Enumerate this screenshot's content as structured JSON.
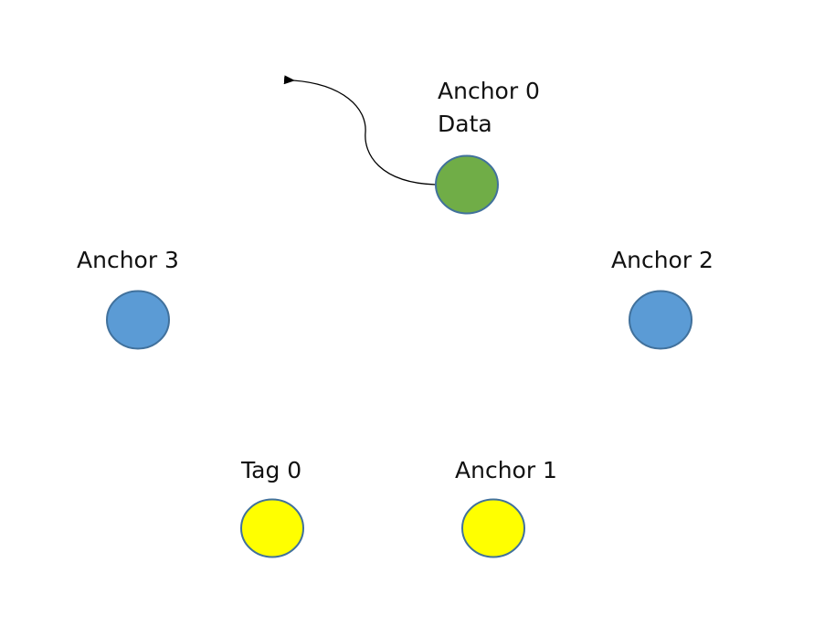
{
  "nodes": {
    "anchor0": {
      "label": "Anchor 0",
      "sublabel": "Data",
      "fill": "#70AD47",
      "stroke": "#41719C"
    },
    "anchor1": {
      "label": "Anchor 1",
      "fill": "#FFFF00",
      "stroke": "#41719C"
    },
    "anchor2": {
      "label": "Anchor 2",
      "fill": "#5B9BD5",
      "stroke": "#41719C"
    },
    "anchor3": {
      "label": "Anchor 3",
      "fill": "#5B9BD5",
      "stroke": "#41719C"
    },
    "tag0": {
      "label": "Tag 0",
      "fill": "#FFFF00",
      "stroke": "#41719C"
    }
  },
  "connector": {
    "color": "#000000"
  }
}
